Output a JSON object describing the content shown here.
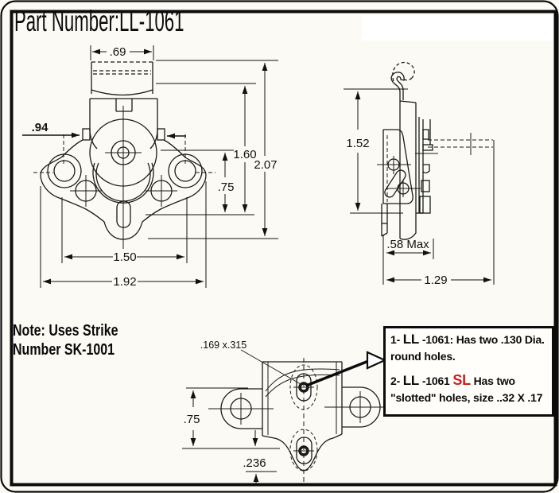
{
  "title": "Part Number:LL-1061",
  "note": {
    "line1": "Note: Uses Strike",
    "line2": "Number SK-1001"
  },
  "front_view": {
    "dims": {
      "knob_width": ".69",
      "tab_width": ".94",
      "height_inner": "1.60",
      "height_total": "2.07",
      "hole_drop": ".75",
      "hole_spacing": "1.50",
      "total_width": "1.92"
    }
  },
  "side_view": {
    "dims": {
      "height": "1.52",
      "depth_max": ".58 Max",
      "depth_total": "1.29"
    }
  },
  "bottom_view": {
    "dims": {
      "slot_size": ".169 x.315",
      "slot_spacing": ".75",
      "tip_offset": ".236"
    }
  },
  "callout": {
    "l1a": "1- ",
    "l1b": "LL",
    "l1c": " -1061: Has two .130 Dia.",
    "l2": "round holes.",
    "l3a": "2- ",
    "l3b": "LL",
    "l3c": " -1061 ",
    "l3d": "SL",
    "l3e": " Has two",
    "l4": "\"slotted\" holes, size ..32 X .17"
  },
  "colors": {
    "ink": "#111111",
    "accent_red": "#cc1f1f",
    "background": "#fbfaf4"
  }
}
